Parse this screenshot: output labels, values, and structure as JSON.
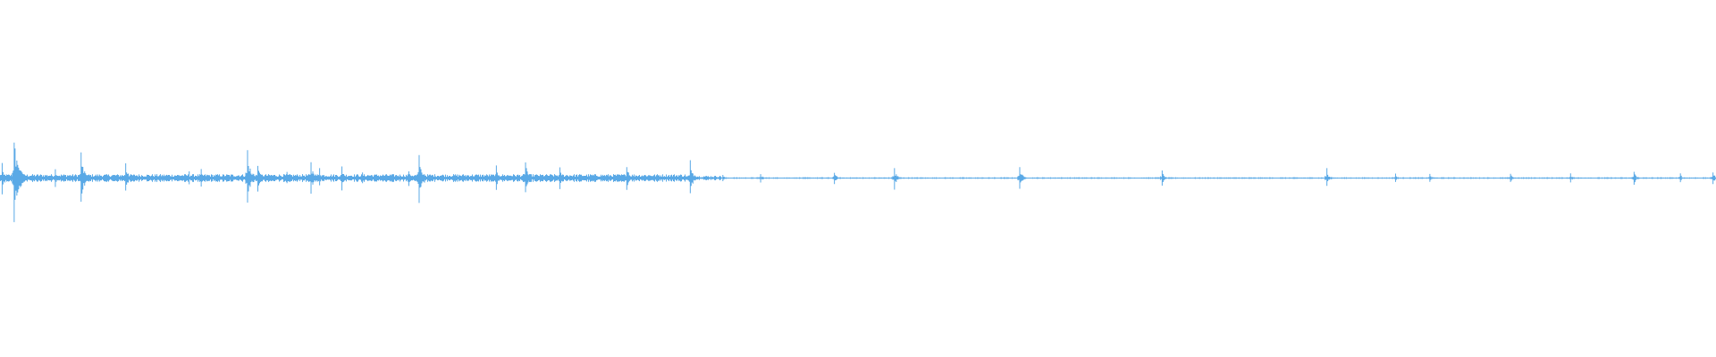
{
  "waveform": {
    "wave_color": "#5aa9e6",
    "background_color": "#ffffff",
    "amplitude_range": [
      -1,
      1
    ],
    "baseline": 0,
    "duration_fraction": [
      0,
      1
    ],
    "noise_segments": [
      {
        "start": 0.0,
        "end": 0.4,
        "level": 0.02
      },
      {
        "start": 0.4,
        "end": 0.42,
        "level": 0.012
      },
      {
        "start": 0.42,
        "end": 1.0,
        "level": 0.004
      }
    ],
    "transients": [
      {
        "t": 0.001,
        "amp": 0.1
      },
      {
        "t": 0.008,
        "amp": 0.28
      },
      {
        "t": 0.032,
        "amp": 0.07
      },
      {
        "t": 0.047,
        "amp": 0.16
      },
      {
        "t": 0.073,
        "amp": 0.09
      },
      {
        "t": 0.11,
        "amp": 0.04
      },
      {
        "t": 0.117,
        "amp": 0.07
      },
      {
        "t": 0.144,
        "amp": 0.17
      },
      {
        "t": 0.15,
        "amp": 0.09
      },
      {
        "t": 0.167,
        "amp": 0.04
      },
      {
        "t": 0.181,
        "amp": 0.1
      },
      {
        "t": 0.186,
        "amp": 0.06
      },
      {
        "t": 0.199,
        "amp": 0.08
      },
      {
        "t": 0.211,
        "amp": 0.04
      },
      {
        "t": 0.238,
        "amp": 0.05
      },
      {
        "t": 0.244,
        "amp": 0.15
      },
      {
        "t": 0.289,
        "amp": 0.08
      },
      {
        "t": 0.306,
        "amp": 0.11
      },
      {
        "t": 0.326,
        "amp": 0.08
      },
      {
        "t": 0.365,
        "amp": 0.08
      },
      {
        "t": 0.402,
        "amp": 0.11
      },
      {
        "t": 0.421,
        "amp": 0.02
      },
      {
        "t": 0.443,
        "amp": 0.03
      },
      {
        "t": 0.486,
        "amp": 0.04
      },
      {
        "t": 0.521,
        "amp": 0.07
      },
      {
        "t": 0.594,
        "amp": 0.07
      },
      {
        "t": 0.677,
        "amp": 0.05
      },
      {
        "t": 0.773,
        "amp": 0.06
      },
      {
        "t": 0.813,
        "amp": 0.03
      },
      {
        "t": 0.833,
        "amp": 0.03
      },
      {
        "t": 0.88,
        "amp": 0.03
      },
      {
        "t": 0.915,
        "amp": 0.03
      },
      {
        "t": 0.952,
        "amp": 0.05
      },
      {
        "t": 0.979,
        "amp": 0.03
      },
      {
        "t": 0.998,
        "amp": 0.04
      }
    ]
  }
}
